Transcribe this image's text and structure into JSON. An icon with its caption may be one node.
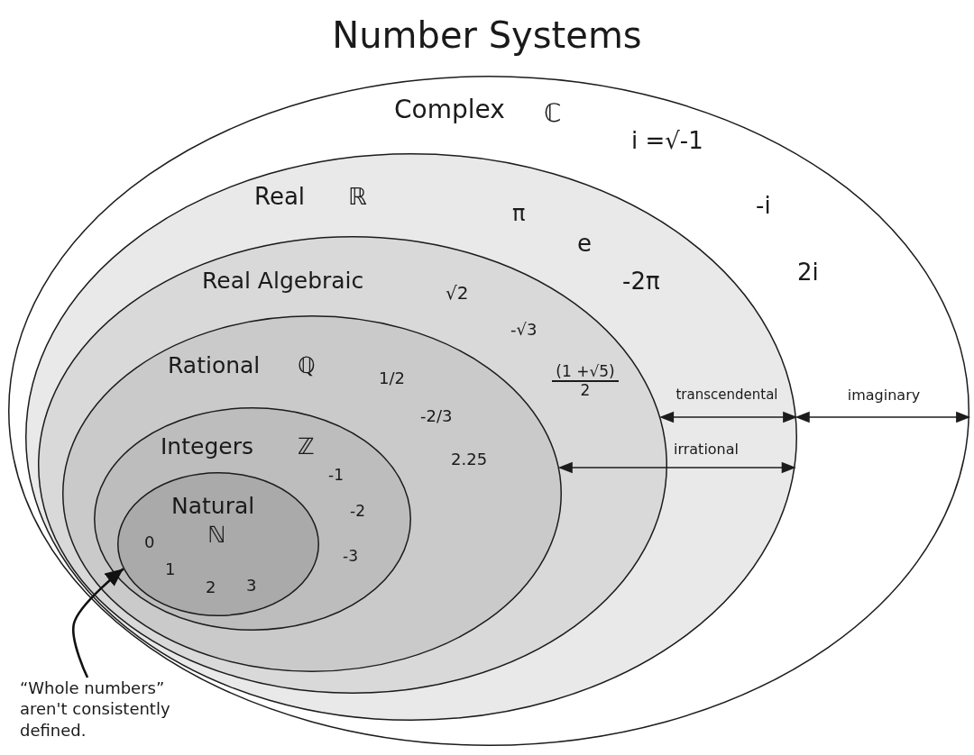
{
  "diagram": {
    "title": "Number Systems",
    "nodes": [
      {
        "text": [
          "Complex",
          "ℂ",
          "i =√-1",
          "-i",
          "2i"
        ]
      },
      {
        "text": [
          "Real",
          "ℝ",
          "π",
          "e",
          "-2π"
        ],
        "in": 0
      },
      {
        "text": [
          "Real Algebraic",
          "√2",
          "-√3",
          "(1 +√5) 2"
        ],
        "in": 1
      },
      {
        "text": [
          "Rational",
          "ℚ",
          "1/2",
          "-2/3",
          "2.25"
        ],
        "in": 2
      },
      {
        "text": [
          "Integers",
          "ℤ",
          "-1",
          "-2",
          "-3"
        ],
        "in": 3
      },
      {
        "text": [
          "Natural",
          "ℕ",
          "0",
          "1",
          "2",
          "3"
        ],
        "in": 4
      },
      {
        "text": [
          "“Whole numbers” aren't consistently defined."
        ]
      }
    ],
    "edges": [
      {
        "from": 6,
        "to": 5,
        "arrow": "to"
      }
    ],
    "labels": [
      "transcendental",
      "imaginary",
      "irrational"
    ]
  }
}
